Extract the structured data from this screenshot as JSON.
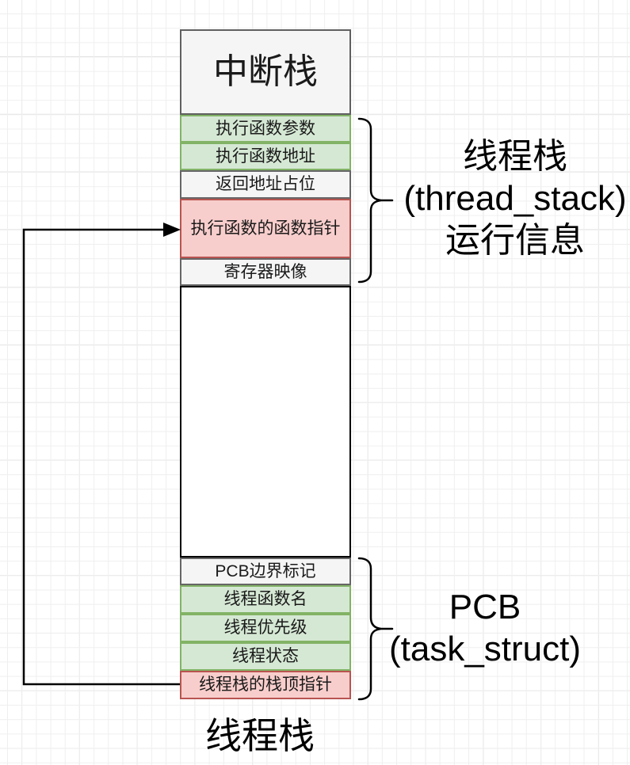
{
  "stack": {
    "header": "中断栈",
    "rows": [
      {
        "label": "执行函数参数",
        "type": "green"
      },
      {
        "label": "执行函数地址",
        "type": "green"
      },
      {
        "label": "返回地址占位",
        "type": "gray"
      },
      {
        "label": "执行函数的函数指针",
        "type": "red"
      },
      {
        "label": "寄存器映像",
        "type": "gray"
      },
      {
        "label": "",
        "type": "empty"
      },
      {
        "label": "PCB边界标记",
        "type": "gray"
      },
      {
        "label": "线程函数名",
        "type": "green"
      },
      {
        "label": "线程优先级",
        "type": "green"
      },
      {
        "label": "线程状态",
        "type": "green"
      },
      {
        "label": "线程栈的栈顶指针",
        "type": "red"
      }
    ],
    "footer": "线程栈"
  },
  "annotations": {
    "thread_stack": {
      "line1": "线程栈",
      "line2": "(thread_stack)",
      "line3": "运行信息"
    },
    "pcb": {
      "line1": "PCB",
      "line2": "(task_struct)"
    }
  },
  "colors": {
    "green_fill": "#d5e8d4",
    "green_border": "#82b366",
    "red_fill": "#f8cecc",
    "red_border": "#b85450",
    "gray_fill": "#f5f5f5",
    "gray_border": "#666666",
    "empty_fill": "#ffffff",
    "empty_border": "#000000",
    "connector": "#000000"
  }
}
